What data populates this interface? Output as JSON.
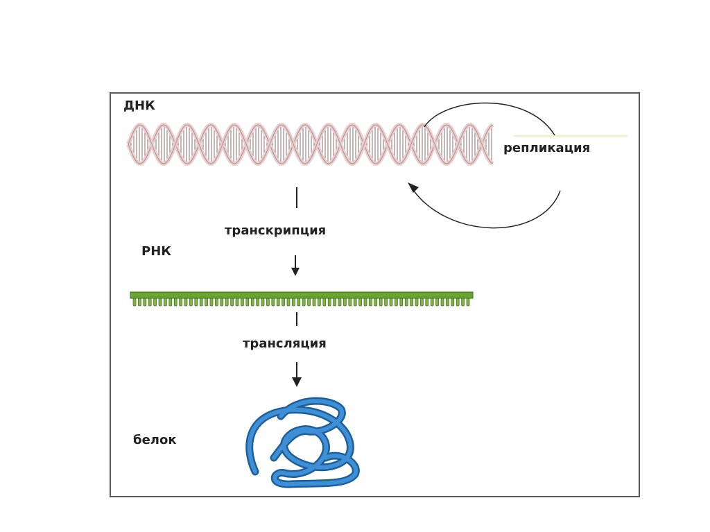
{
  "labels": {
    "dna": "ДНК",
    "replication": "репликация",
    "transcription": "транскрипция",
    "rna": "РНК",
    "translation": "трансляция",
    "protein": "белок"
  },
  "colors": {
    "dna": "#b58a8a",
    "dna_fill": "#e8cfcf",
    "rna": "#6aa534",
    "protein": "#2f74b5",
    "frame": "#5a5a5a"
  }
}
